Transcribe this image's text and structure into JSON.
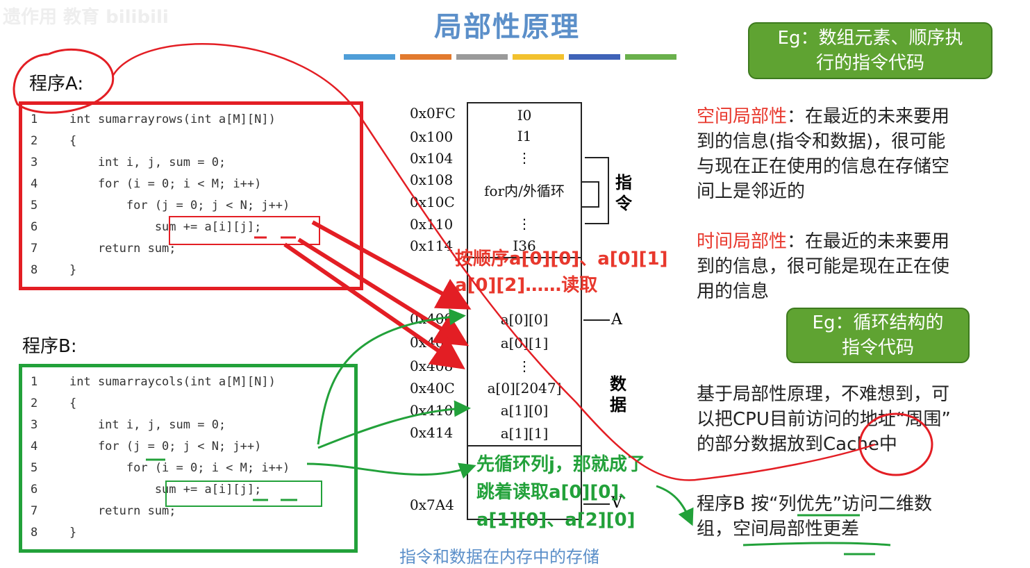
{
  "watermark": "遗作用 教育 bilibili",
  "title": "局部性原理",
  "color_bar": [
    "#4f9ed8",
    "#e27a2e",
    "#9a9a9a",
    "#f2c12e",
    "#3f63b8",
    "#6ab04c"
  ],
  "program_a": {
    "label": "程序A:",
    "lines": [
      {
        "n": "1",
        "code": "int sumarrayrows(int a[M][N])"
      },
      {
        "n": "2",
        "code": "{"
      },
      {
        "n": "3",
        "code": "    int i, j, sum = 0;"
      },
      {
        "n": "4",
        "code": "    for (i = 0; i < M; i++)"
      },
      {
        "n": "5",
        "code": "        for (j = 0; j < N; j++)"
      },
      {
        "n": "6",
        "code": "            sum += a[i][j];"
      },
      {
        "n": "7",
        "code": "    return sum;"
      },
      {
        "n": "8",
        "code": "}"
      }
    ]
  },
  "program_b": {
    "label": "程序B:",
    "lines": [
      {
        "n": "1",
        "code": "int sumarraycols(int a[M][N])"
      },
      {
        "n": "2",
        "code": "{"
      },
      {
        "n": "3",
        "code": "    int i, j, sum = 0;"
      },
      {
        "n": "4",
        "code": "    for (j = 0; j < N; j++)"
      },
      {
        "n": "5",
        "code": "        for (i = 0; i < M; i++)"
      },
      {
        "n": "6",
        "code": "            sum += a[i][j];"
      },
      {
        "n": "7",
        "code": "    return sum;"
      },
      {
        "n": "8",
        "code": "}"
      }
    ]
  },
  "memory": {
    "rows": [
      {
        "addr": "0x0FC",
        "cell": "I0"
      },
      {
        "addr": "0x100",
        "cell": "I1"
      },
      {
        "addr": "0x104",
        "cell": "⋮"
      },
      {
        "addr": "0x108",
        "cell": "for内/外循环"
      },
      {
        "addr": "0x10C",
        "cell": ""
      },
      {
        "addr": "0x110",
        "cell": "⋮"
      },
      {
        "addr": "0x114",
        "cell": "I36"
      },
      {
        "addr": "0x400",
        "cell": "a[0][0]"
      },
      {
        "addr": "0x404",
        "cell": "a[0][1]"
      },
      {
        "addr": "0x408",
        "cell": "⋮"
      },
      {
        "addr": "0x40C",
        "cell": "a[0][2047]"
      },
      {
        "addr": "0x410",
        "cell": "a[1][0]"
      },
      {
        "addr": "0x414",
        "cell": "a[1][1]"
      },
      {
        "addr": "0x7A4",
        "cell": ""
      }
    ],
    "label_instr": "指\n令",
    "label_data": "数\n据",
    "pointer_a": "A",
    "pointer_v": "V",
    "caption": "指令和数据在内存中的存储"
  },
  "annotations": {
    "red_note_1": "按顺序a[0][0]、a[0][1]",
    "red_note_2": "a[0][2]……读取",
    "green_note_1": "先循环列j，那就成了",
    "green_note_2": "跳着读取a[0][0]、",
    "green_note_3": "a[1][0]、a[2][0]"
  },
  "bubble_top": {
    "line1": "Eg：数组元素、顺序执",
    "line2": "行的指令代码"
  },
  "bubble_mid": {
    "line1": "Eg：循环结构的",
    "line2": "指令代码"
  },
  "spatial": {
    "term": "空间局部性",
    "l1": "：在最近的未来要用",
    "l2": "到的信息(指令和数据)，很可能",
    "l3": "与现在正在使用的信息在存储空",
    "l4": "间上是邻近的"
  },
  "temporal": {
    "term": "时间局部性",
    "l1": "：在最近的未来要用",
    "l2": "到的信息，很可能是现在正在使",
    "l3": "用的信息"
  },
  "basis": {
    "l1": "基于局部性原理，不难想到，可",
    "l2": "以把CPU目前访问的地址“周围”",
    "l3": "的部分数据放到Cache中"
  },
  "conclusion": {
    "l1": "程序B 按“列优先”访问二维数",
    "l2": "组，空间局部性更差"
  }
}
